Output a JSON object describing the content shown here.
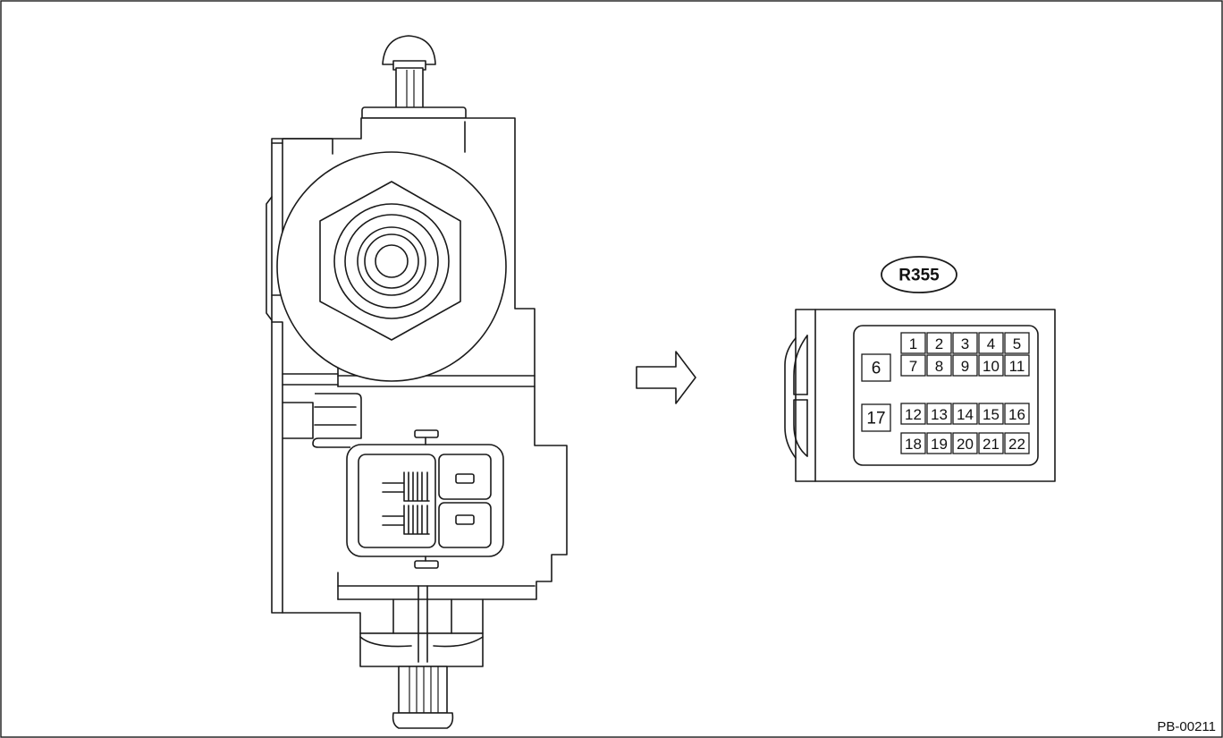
{
  "connector": {
    "id": "R355",
    "top_rows": [
      [
        "1",
        "2",
        "3",
        "4",
        "5"
      ],
      [
        "7",
        "8",
        "9",
        "10",
        "11"
      ]
    ],
    "bottom_rows": [
      [
        "12",
        "13",
        "14",
        "15",
        "16"
      ],
      [
        "18",
        "19",
        "20",
        "21",
        "22"
      ]
    ],
    "large_pins": [
      "6",
      "17"
    ]
  },
  "figure_code": "PB-00211",
  "colors": {
    "line": "#1a1a1a",
    "background": "#ffffff"
  }
}
